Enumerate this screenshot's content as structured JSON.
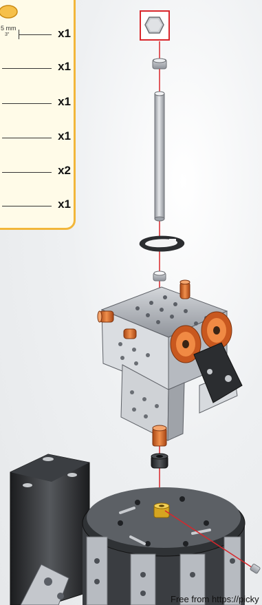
{
  "parts_list": {
    "rows": [
      {
        "dimension": "5 mm",
        "dimension_sub": "3\"",
        "quantity": "x1"
      },
      {
        "quantity": "x1"
      },
      {
        "quantity": "x1"
      },
      {
        "quantity": "x1"
      },
      {
        "quantity": "x2"
      },
      {
        "quantity": "x1"
      }
    ]
  },
  "watermark": "Free from https://picky",
  "colors": {
    "panel_border": "#f2b63a",
    "callout_border": "#d9262b",
    "axis_line": "#d9262b",
    "orange_part": "#d96a2a",
    "metal": "#b9bcc2",
    "dark_part": "#2b2d30"
  },
  "icons": [
    "hex-nut-icon",
    "parts-assembly-illustration"
  ]
}
